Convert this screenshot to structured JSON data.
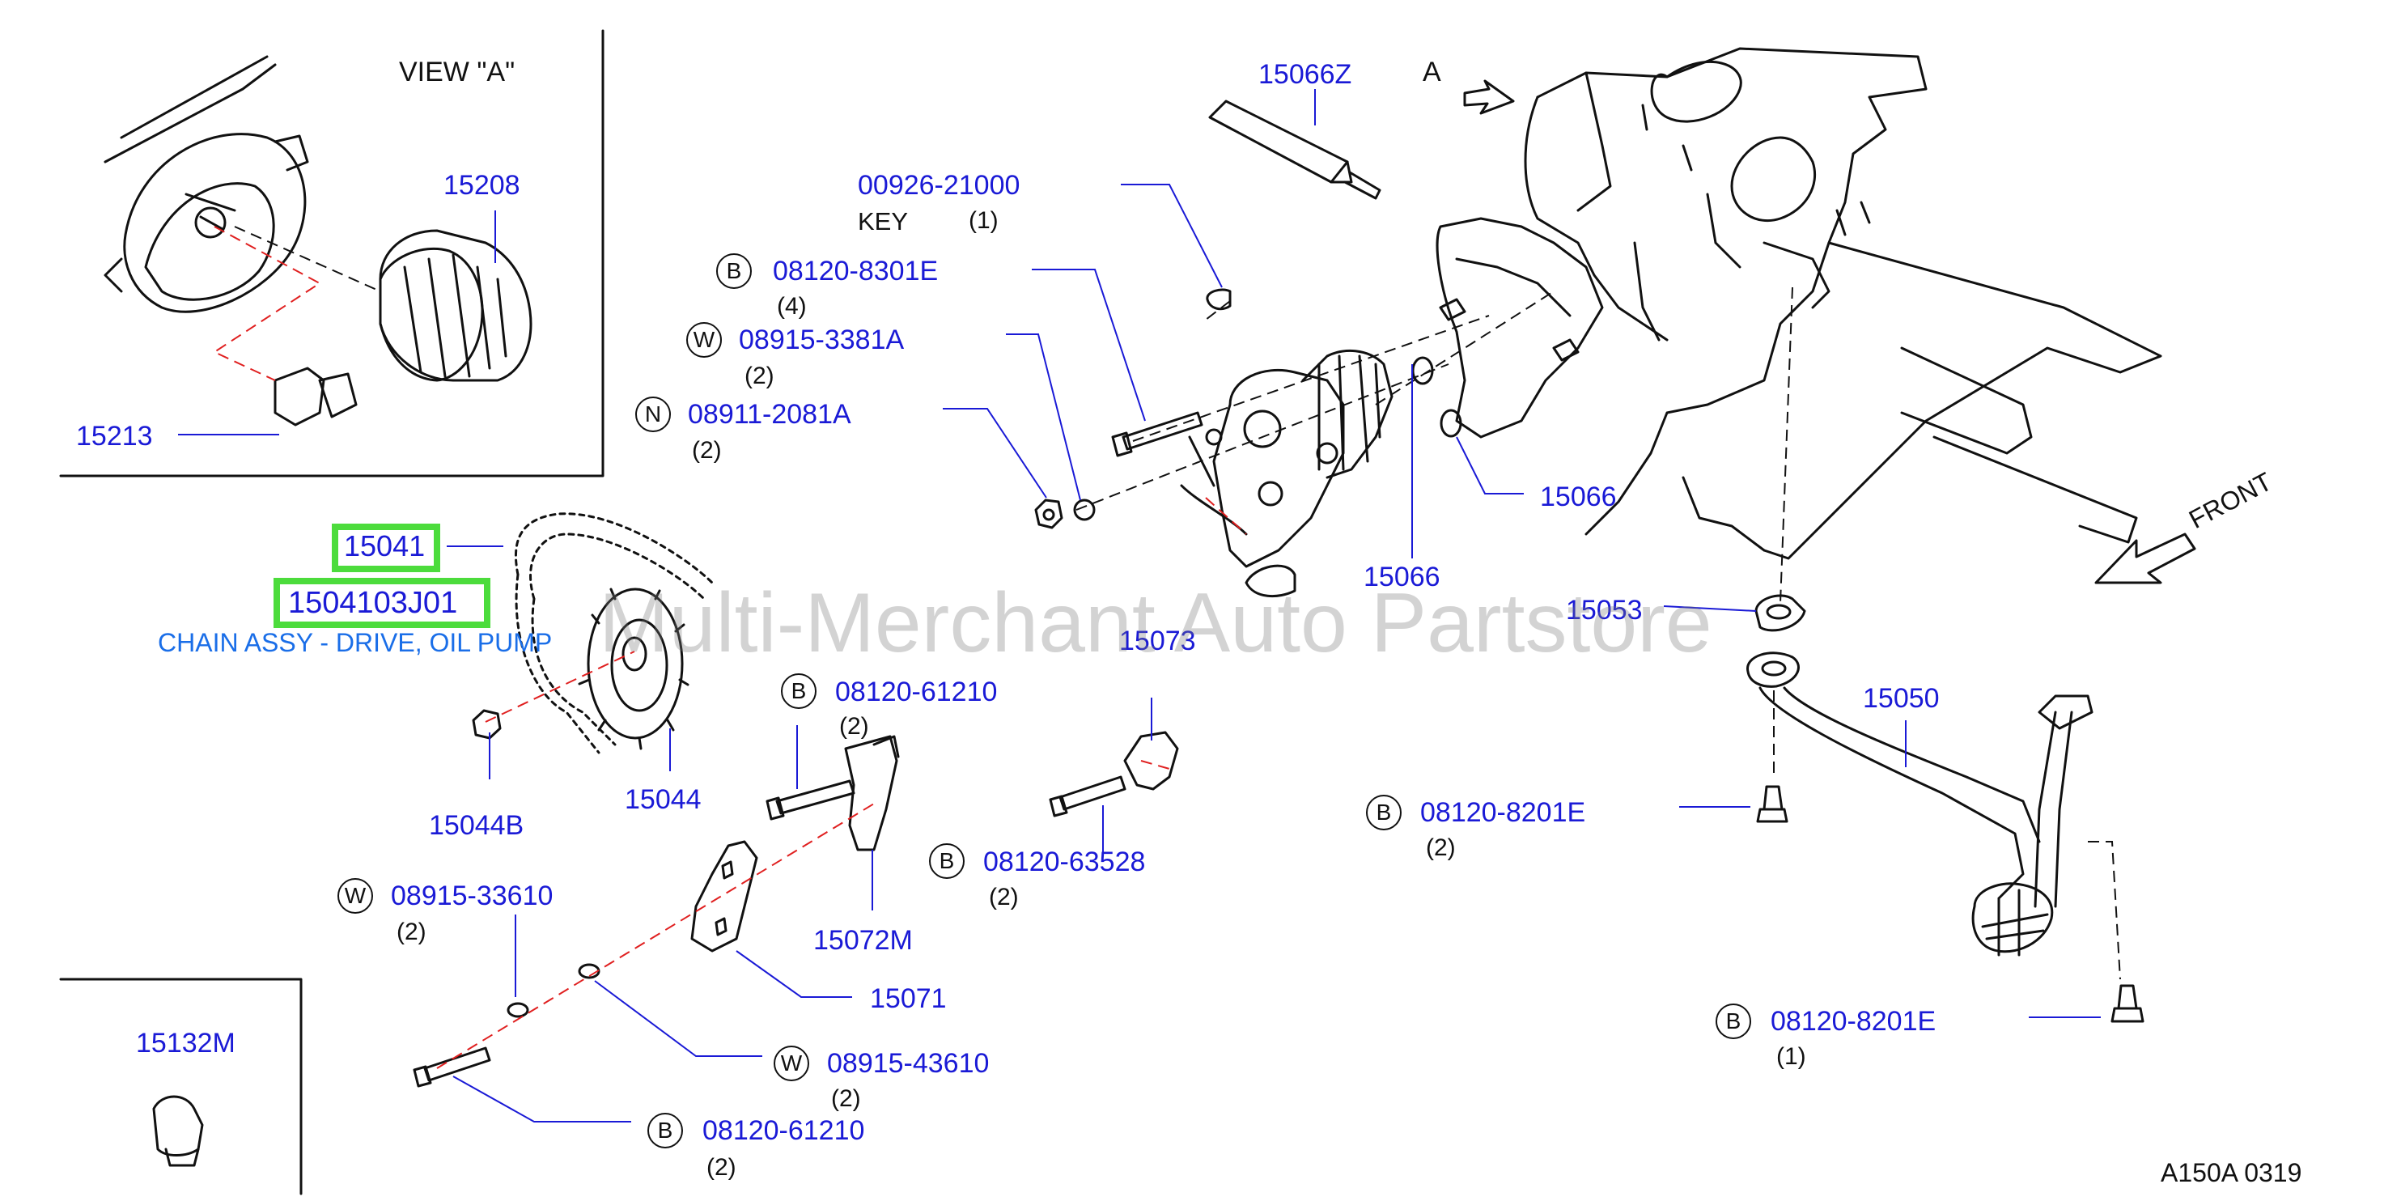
{
  "view_a_title": "VIEW  \"A\"",
  "view_a_letter": "A",
  "front_label": "FRONT",
  "callouts": [
    {
      "id": "c-15208",
      "pn": "15208"
    },
    {
      "id": "c-15213",
      "pn": "15213"
    },
    {
      "id": "c-15066z",
      "pn": "15066Z"
    },
    {
      "id": "c-00926",
      "pn": "00926-21000",
      "desc": "KEY",
      "qty": "(1)"
    },
    {
      "id": "c-08120-8301e",
      "sym": "B",
      "pn": "08120-8301E",
      "qty": "(4)"
    },
    {
      "id": "c-08915-3381a",
      "sym": "W",
      "pn": "08915-3381A",
      "qty": "(2)"
    },
    {
      "id": "c-08911-2081a",
      "sym": "N",
      "pn": "08911-2081A",
      "qty": "(2)"
    },
    {
      "id": "c-15066-a",
      "pn": "15066"
    },
    {
      "id": "c-15066-b",
      "pn": "15066"
    },
    {
      "id": "c-15053",
      "pn": "15053"
    },
    {
      "id": "c-15050",
      "pn": "15050"
    },
    {
      "id": "c-15073",
      "pn": "15073"
    },
    {
      "id": "c-08120-61210-a",
      "sym": "B",
      "pn": "08120-61210",
      "qty": "(2)"
    },
    {
      "id": "c-15044b",
      "pn": "15044B"
    },
    {
      "id": "c-15044",
      "pn": "15044"
    },
    {
      "id": "c-08120-63528",
      "sym": "B",
      "pn": "08120-63528",
      "qty": "(2)"
    },
    {
      "id": "c-15072m",
      "pn": "15072M"
    },
    {
      "id": "c-08915-33610",
      "sym": "W",
      "pn": "08915-33610",
      "qty": "(2)"
    },
    {
      "id": "c-15071",
      "pn": "15071"
    },
    {
      "id": "c-08915-43610",
      "sym": "W",
      "pn": "08915-43610",
      "qty": "(2)"
    },
    {
      "id": "c-08120-61210-b",
      "sym": "B",
      "pn": "08120-61210",
      "qty": "(2)"
    },
    {
      "id": "c-08120-8201e-a",
      "sym": "B",
      "pn": "08120-8201E",
      "qty": "(2)"
    },
    {
      "id": "c-08120-8201e-b",
      "sym": "B",
      "pn": "08120-8201E",
      "qty": "(1)"
    },
    {
      "id": "c-15132m",
      "pn": "15132M"
    }
  ],
  "highlighted": {
    "short_pn": "15041",
    "full_pn": "1504103J01",
    "description": "CHAIN ASSY - DRIVE, OIL PUMP"
  },
  "watermark": "Multi-Merchant Auto Partstore",
  "diagram_code": "A150A   0319",
  "colors": {
    "part_number": "#1a1ad6",
    "highlight_box": "#4cdc3c",
    "selected_text": "#1a6ee8",
    "guide_line": "#e02020"
  }
}
